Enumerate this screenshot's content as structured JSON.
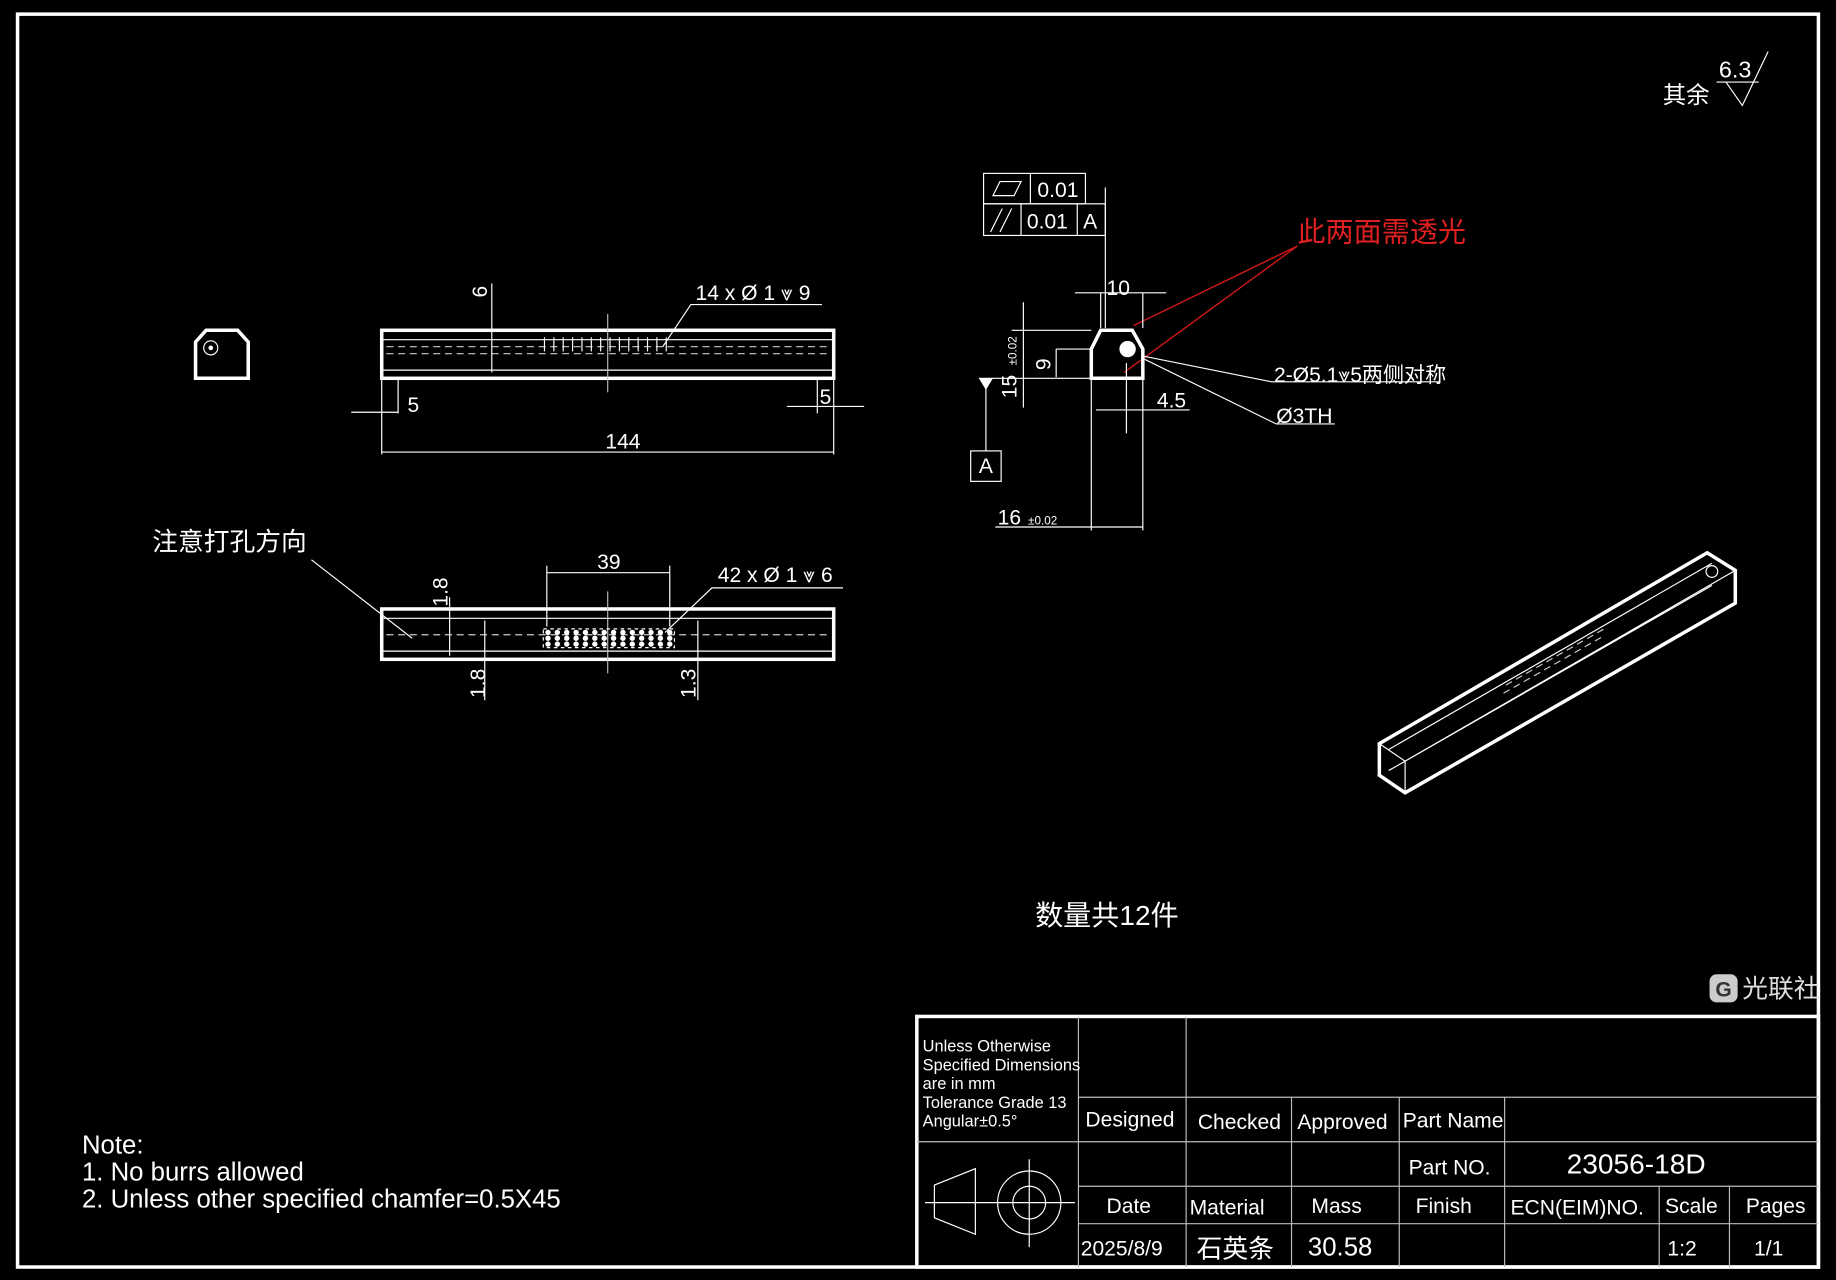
{
  "roughness": {
    "label": "其余",
    "value": "6.3"
  },
  "top_view": {
    "dim_height": "6",
    "hole_callout": "14 x Ø 1 ⩔ 9",
    "dim_left": "5",
    "dim_right": "5",
    "dim_length": "144"
  },
  "bottom_view": {
    "note": "注意打孔方向",
    "dim_pattern": "39",
    "hole_callout": "42 x Ø 1 ⩔ 6",
    "dim_a": "1.8",
    "dim_b": "1.8",
    "dim_c": "1.3"
  },
  "section_view": {
    "fcf_flatness": "0.01",
    "fcf_parallel": "0.01",
    "fcf_datum": "A",
    "red_note": "此两面需透光",
    "dim_top": "10",
    "dim_height": "15",
    "dim_height_tol": "±0.02",
    "dim_hole": "9",
    "dim_offset": "4.5",
    "hole_callout_1": "2-Ø5.1⩔5两侧对称",
    "hole_callout_2": "Ø3TH",
    "datum": "A",
    "dim_width": "16",
    "dim_width_tol": "±0.02"
  },
  "quantity_note": "数量共12件",
  "notes": {
    "title": "Note:",
    "items": [
      "1. No burrs allowed",
      "2. Unless other specified chamfer=0.5X45"
    ]
  },
  "title_block": {
    "general": [
      "Unless Otherwise",
      "Specified Dimensions",
      "are in mm",
      "Tolerance Grade 13",
      "Angular±0.5°"
    ],
    "designed": "Designed",
    "checked": "Checked",
    "approved": "Approved",
    "part_name_label": "Part Name",
    "part_no_label": "Part NO.",
    "part_no": "23056-18D",
    "date_label": "Date",
    "material_label": "Material",
    "mass_label": "Mass",
    "finish_label": "Finish",
    "ecn_label": "ECN(EIM)NO.",
    "scale_label": "Scale",
    "pages_label": "Pages",
    "date": "2025/8/9",
    "material": "石英条",
    "mass": "30.58",
    "scale": "1:2",
    "pages": "1/1"
  },
  "watermark": "光联社",
  "colors": {
    "background": "#000000",
    "lines": "#ffffff",
    "annotation": "#d01818"
  }
}
